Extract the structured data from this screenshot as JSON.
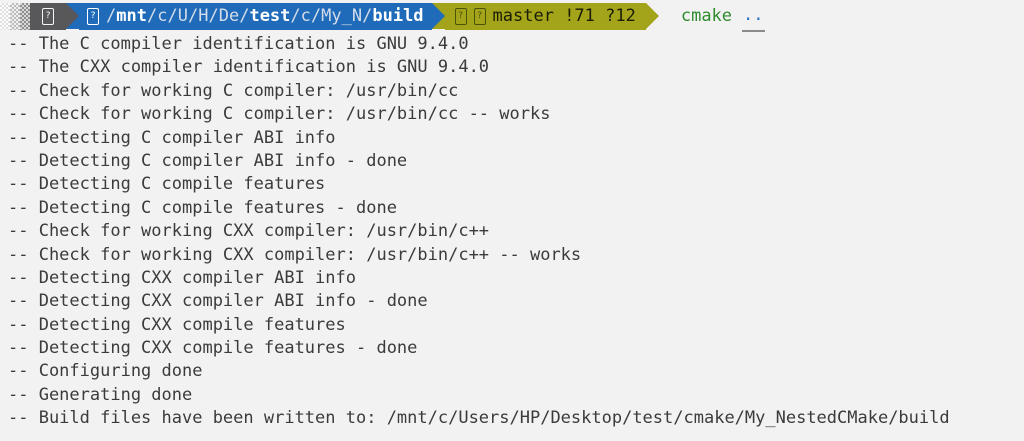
{
  "prompt": {
    "icon_char": "?",
    "os_segment": {
      "icon": "missing-glyph"
    },
    "path": {
      "icon": "missing-glyph",
      "full": "/mnt/c/U/H/De/test/c/My_N/build",
      "parts": [
        {
          "t": "/",
          "b": false
        },
        {
          "t": "mnt",
          "b": true
        },
        {
          "t": "/",
          "b": false
        },
        {
          "t": "c",
          "b": false
        },
        {
          "t": "/",
          "b": false
        },
        {
          "t": "U",
          "b": false
        },
        {
          "t": "/",
          "b": false
        },
        {
          "t": "H",
          "b": false
        },
        {
          "t": "/",
          "b": false
        },
        {
          "t": "De",
          "b": false
        },
        {
          "t": "/",
          "b": false
        },
        {
          "t": "test",
          "b": true
        },
        {
          "t": "/",
          "b": false
        },
        {
          "t": "c",
          "b": false
        },
        {
          "t": "/",
          "b": false
        },
        {
          "t": "My_N",
          "b": false
        },
        {
          "t": "/",
          "b": false
        },
        {
          "t": "build",
          "b": true
        }
      ]
    },
    "git": {
      "icons": [
        "missing-glyph",
        "missing-glyph"
      ],
      "branch": "master",
      "modified_count": "!71",
      "untracked_count": "?12",
      "label": "master !71 ?12"
    },
    "command": {
      "program": "cmake",
      "arg": ".."
    }
  },
  "colors": {
    "background": "#f2f2f2",
    "output_text": "#3b3b3b",
    "segment_os": "#58585a",
    "segment_path": "#1f6bba",
    "segment_git": "#a3a41a",
    "path_dim": "#d3dce8",
    "path_bold": "#ffffff",
    "git_text": "#1b1d04",
    "tofu_dark": "#4a5408",
    "command_program": "#2e8b2e",
    "command_arg": "#2472c8",
    "underline": "#8a8a8a"
  },
  "terminal": {
    "lines": [
      "-- The C compiler identification is GNU 9.4.0",
      "-- The CXX compiler identification is GNU 9.4.0",
      "-- Check for working C compiler: /usr/bin/cc",
      "-- Check for working C compiler: /usr/bin/cc -- works",
      "-- Detecting C compiler ABI info",
      "-- Detecting C compiler ABI info - done",
      "-- Detecting C compile features",
      "-- Detecting C compile features - done",
      "-- Check for working CXX compiler: /usr/bin/c++",
      "-- Check for working CXX compiler: /usr/bin/c++ -- works",
      "-- Detecting CXX compiler ABI info",
      "-- Detecting CXX compiler ABI info - done",
      "-- Detecting CXX compile features",
      "-- Detecting CXX compile features - done",
      "-- Configuring done",
      "-- Generating done",
      "-- Build files have been written to: /mnt/c/Users/HP/Desktop/test/cmake/My_NestedCMake/build"
    ]
  }
}
